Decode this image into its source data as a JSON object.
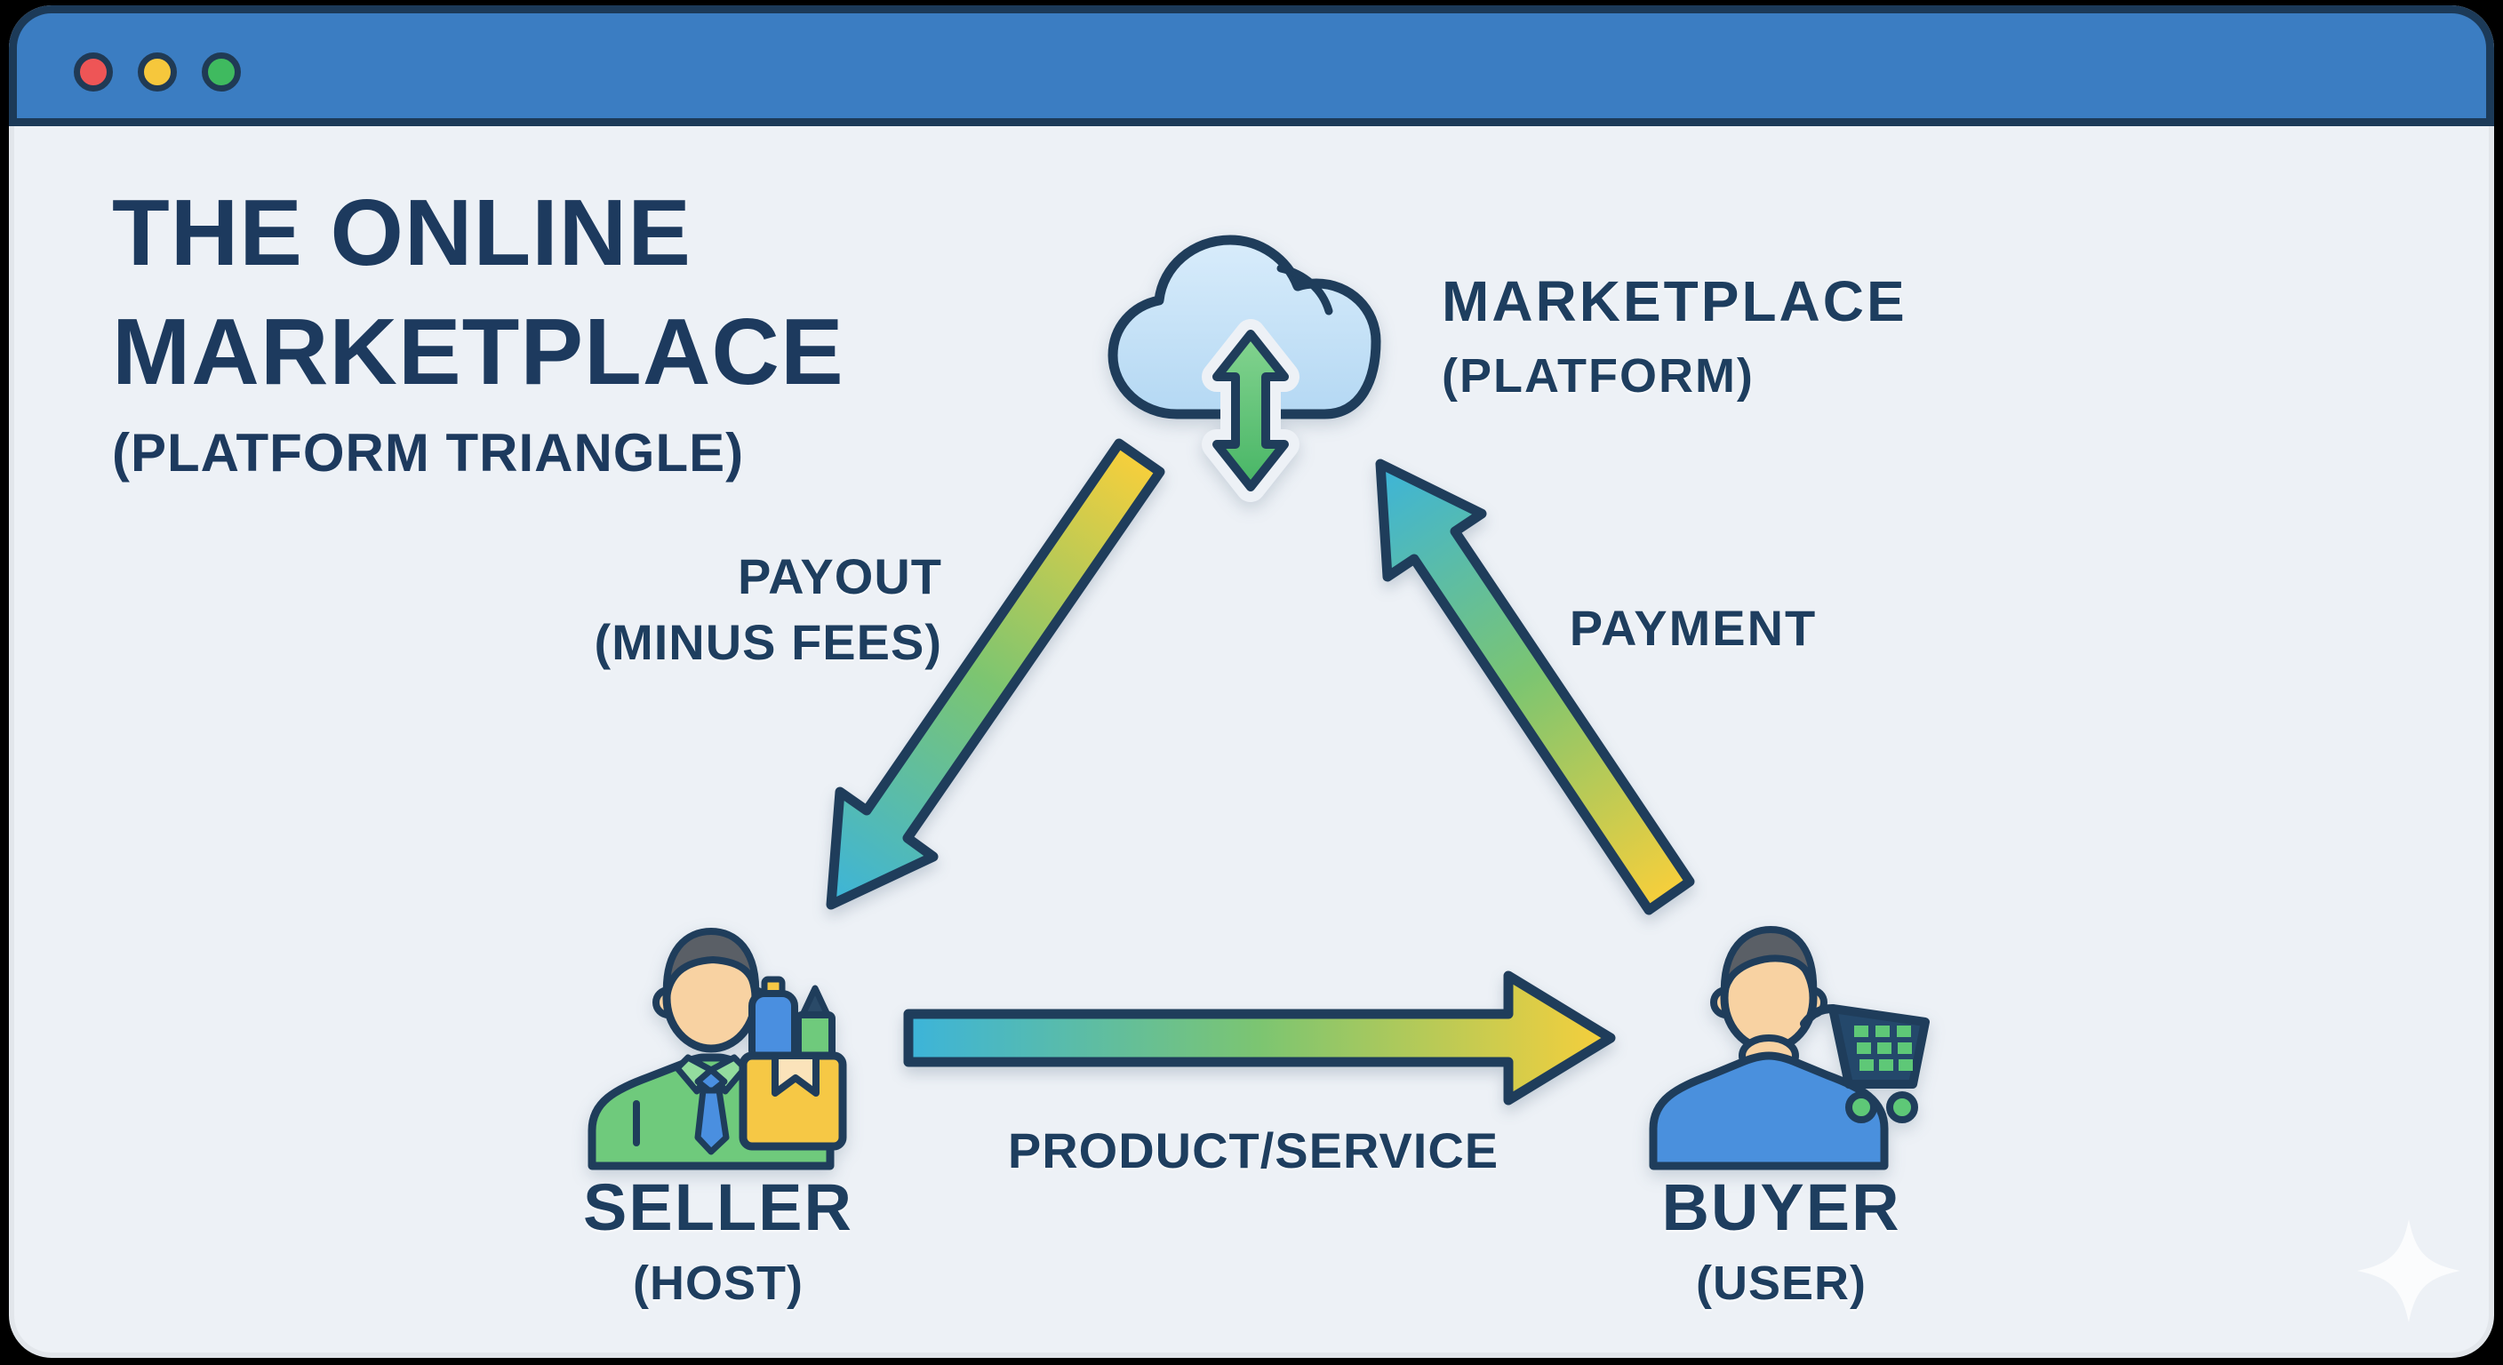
{
  "window": {
    "titlebar": {
      "controls": [
        {
          "name": "close",
          "color": "#ee5556"
        },
        {
          "name": "minimize",
          "color": "#f6c73c"
        },
        {
          "name": "zoom",
          "color": "#3fba5f"
        }
      ],
      "bar_color": "#3b7dc2"
    },
    "title": {
      "line1": "THE ONLINE",
      "line2": "MARKETPLACE",
      "subtitle": "(PLATFORM TRIANGLE)"
    }
  },
  "diagram": {
    "nodes": {
      "marketplace": {
        "label": "MARKETPLACE",
        "sublabel": "(PLATFORM)",
        "icon": "cloud-sync-icon"
      },
      "seller": {
        "label": "SELLER",
        "sublabel": "(HOST)",
        "icon": "seller-person-icon"
      },
      "buyer": {
        "label": "BUYER",
        "sublabel": "(USER)",
        "icon": "buyer-cart-icon"
      }
    },
    "edges": {
      "payout": {
        "line1": "PAYOUT",
        "line2": "(MINUS FEES)",
        "from": "marketplace",
        "to": "seller"
      },
      "payment": {
        "label": "PAYMENT",
        "from": "buyer",
        "to": "marketplace"
      },
      "product": {
        "label": "PRODUCT/SERVICE",
        "from": "seller",
        "to": "buyer"
      }
    },
    "colors": {
      "outline_navy": "#1f3d5b",
      "text_navy": "#1e3e5f",
      "gradient_yellow": "#f7cf3b",
      "gradient_green": "#7cc571",
      "gradient_teal": "#3cb4da",
      "sync_arrow_green": "#5cbf6e",
      "cloud_blue": "#c9e2f6",
      "shirt_green": "#6fca7c",
      "shirt_blue": "#4a90dd",
      "box_yellow": "#f6c845",
      "skin": "#f8d2a2",
      "content_background": "#edf1f6"
    }
  }
}
